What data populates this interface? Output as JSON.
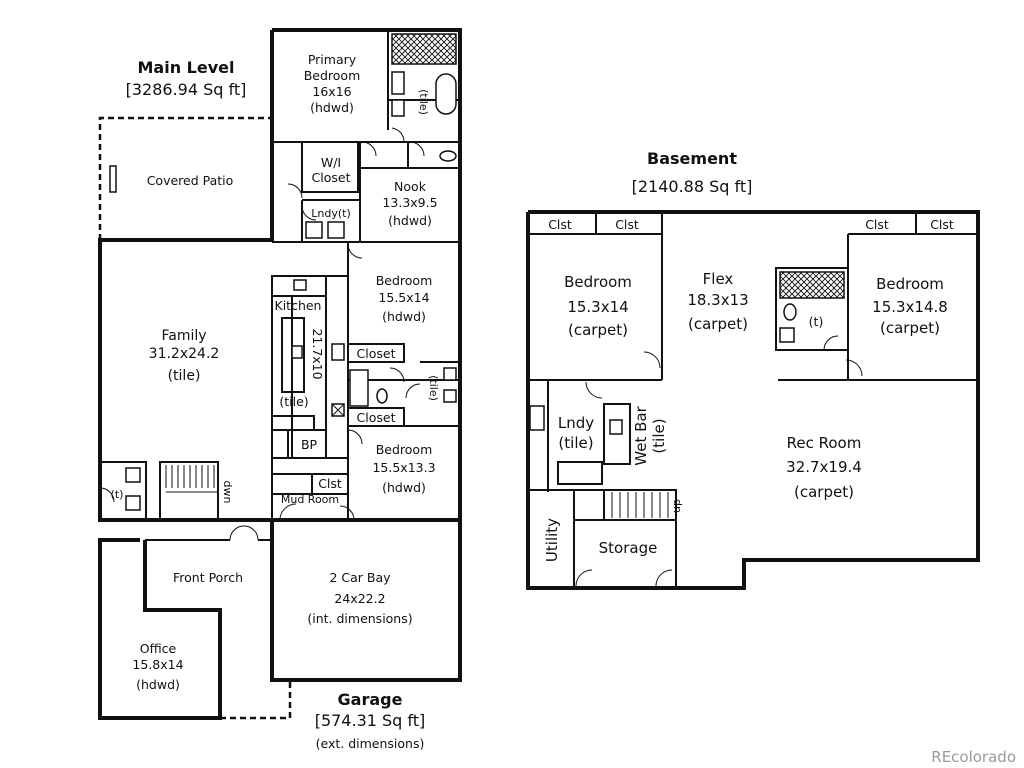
{
  "main_level": {
    "title": "Main Level",
    "area": "[3286.94 Sq ft]",
    "rooms": {
      "primary_bedroom": [
        "Primary",
        "Bedroom",
        "16x16",
        "(hdwd)"
      ],
      "covered_patio": [
        "Covered Patio"
      ],
      "wi_closet": [
        "W/I",
        "Closet"
      ],
      "nook": [
        "Nook",
        "13.3x9.5",
        "(hdwd)"
      ],
      "laundry": [
        "Lndy(t)"
      ],
      "primary_bath": [
        "(tile)"
      ],
      "family": [
        "Family",
        "31.2x24.2",
        "(tile)"
      ],
      "kitchen": [
        "Kitchen"
      ],
      "kitchen_dim": [
        "21.7x10"
      ],
      "kitchen_floor": [
        "(tile)"
      ],
      "bp": [
        "BP"
      ],
      "bedroom_1": [
        "Bedroom",
        "15.5x14",
        "(hdwd)"
      ],
      "closet_1": [
        "Closet"
      ],
      "closet_2": [
        "Closet"
      ],
      "hall_bath": [
        "(tile)"
      ],
      "bedroom_2": [
        "Bedroom",
        "15.5x13.3",
        "(hdwd)"
      ],
      "clst": [
        "Clst"
      ],
      "mud_room": [
        "Mud Room"
      ],
      "powder": [
        "(t)"
      ],
      "stair": [
        "dwn"
      ],
      "front_porch": [
        "Front Porch"
      ],
      "office": [
        "Office",
        "15.8x14",
        "(hdwd)"
      ],
      "garage_bay": [
        "2 Car Bay",
        "24x22.2",
        "(int. dimensions)"
      ]
    }
  },
  "garage": {
    "title": "Garage",
    "area": "[574.31 Sq ft]",
    "note": "(ext. dimensions)"
  },
  "basement": {
    "title": "Basement",
    "area": "[2140.88 Sq ft]",
    "rooms": {
      "clst_1": [
        "Clst"
      ],
      "clst_2": [
        "Clst"
      ],
      "clst_3": [
        "Clst"
      ],
      "clst_4": [
        "Clst"
      ],
      "bedroom_left": [
        "Bedroom",
        "15.3x14",
        "(carpet)"
      ],
      "flex": [
        "Flex",
        "18.3x13",
        "(carpet)"
      ],
      "bath": [
        "(t)"
      ],
      "bedroom_right": [
        "Bedroom",
        "15.3x14.8",
        "(carpet)"
      ],
      "laundry": [
        "Lndy",
        "(tile)"
      ],
      "wet_bar": [
        "Wet Bar",
        "(tile)"
      ],
      "rec_room": [
        "Rec Room",
        "32.7x19.4",
        "(carpet)"
      ],
      "utility": [
        "Utility"
      ],
      "storage": [
        "Storage"
      ],
      "stair": [
        "up"
      ]
    }
  },
  "watermark": "REcolorado"
}
